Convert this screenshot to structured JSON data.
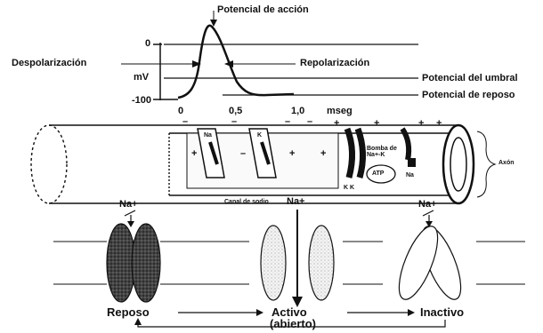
{
  "graph": {
    "title": "Potencial de acción",
    "y_ticks": [
      "0",
      "mV",
      "-100"
    ],
    "x_ticks": [
      "0",
      "0,5",
      "1,0"
    ],
    "x_unit": "mseg",
    "despolarizacion": "Despolarización",
    "repolarizacion": "Repolarización",
    "umbral": "Potencial del umbral",
    "reposo": "Potencial de reposo"
  },
  "axon": {
    "na_channel": "Na",
    "k_channel": "K",
    "bomba": "Bomba de Na+-K",
    "k_left": "K K",
    "atp": "ATP",
    "na_pump": "Na",
    "canal_sodio": "Canal de sodio",
    "axon_label": "Axón"
  },
  "states": {
    "ion_left": "Na+",
    "ion_mid": "Na+",
    "ion_right": "Na+",
    "reposo": "Reposo",
    "activo": "Activo",
    "abierto": "(abierto)",
    "inactivo": "Inactivo"
  }
}
